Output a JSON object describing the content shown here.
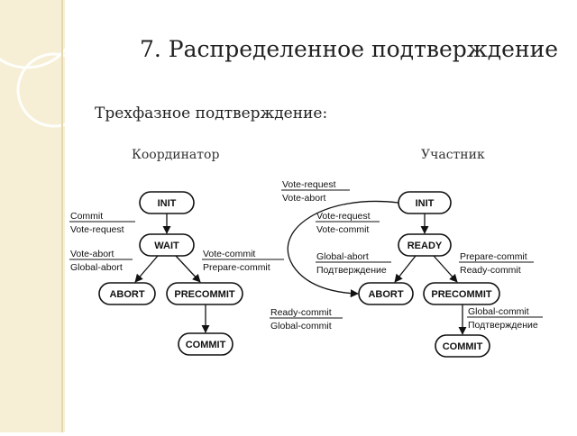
{
  "slide": {
    "title": "7. Распределенное подтверждение",
    "subtitle": "Трехфазное подтверждение:",
    "coordinator_label": "Координатор",
    "participant_label": "Участник"
  },
  "coordinator": {
    "states": {
      "init": "INIT",
      "wait": "WAIT",
      "abort": "ABORT",
      "precommit": "PRECOMMIT",
      "commit": "COMMIT"
    },
    "transitions": [
      {
        "from": "INIT",
        "to": "WAIT",
        "top": "Commit",
        "bottom": "Vote-request"
      },
      {
        "from": "WAIT",
        "to": "ABORT",
        "top": "Vote-abort",
        "bottom": "Global-abort"
      },
      {
        "from": "WAIT",
        "to": "PRECOMMIT",
        "top": "Vote-commit",
        "bottom": "Prepare-commit"
      },
      {
        "from": "PRECOMMIT",
        "to": "COMMIT",
        "top": "Ready-commit",
        "bottom": "Global-commit"
      }
    ]
  },
  "participant": {
    "states": {
      "init": "INIT",
      "ready": "READY",
      "abort": "ABORT",
      "precommit": "PRECOMMIT",
      "commit": "COMMIT"
    },
    "transitions": [
      {
        "from": "INIT",
        "to": "ABORT",
        "top": "Vote-request",
        "bottom": "Vote-abort"
      },
      {
        "from": "INIT",
        "to": "READY",
        "top": "Vote-request",
        "bottom": "Vote-commit"
      },
      {
        "from": "READY",
        "to": "ABORT",
        "top": "Global-abort",
        "bottom": "Подтверждение"
      },
      {
        "from": "READY",
        "to": "PRECOMMIT",
        "top": "Prepare-commit",
        "bottom": "Ready-commit"
      },
      {
        "from": "PRECOMMIT",
        "to": "COMMIT",
        "top": "Global-commit",
        "bottom": "Подтверждение"
      }
    ]
  }
}
